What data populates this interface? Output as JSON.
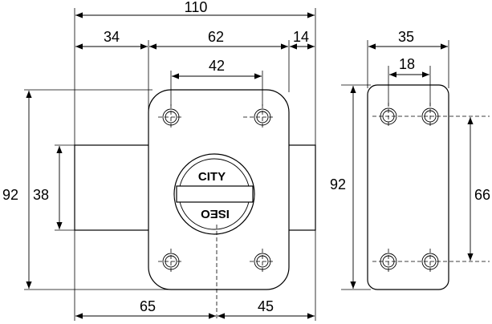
{
  "dimensions": {
    "front_width_overall": "110",
    "front_left_segment": "34",
    "front_middle_segment": "62",
    "front_right_segment": "14",
    "front_hole_spacing": "42",
    "front_height_overall": "92",
    "front_cylinder_height": "38",
    "front_bottom_left": "65",
    "front_bottom_right": "45",
    "side_width": "35",
    "side_hole_spacing": "18",
    "side_height": "92",
    "side_hole_vertical_spacing": "66"
  },
  "cylinder_marking": {
    "top": "CITY",
    "bottom_inverted": "ISEO"
  }
}
